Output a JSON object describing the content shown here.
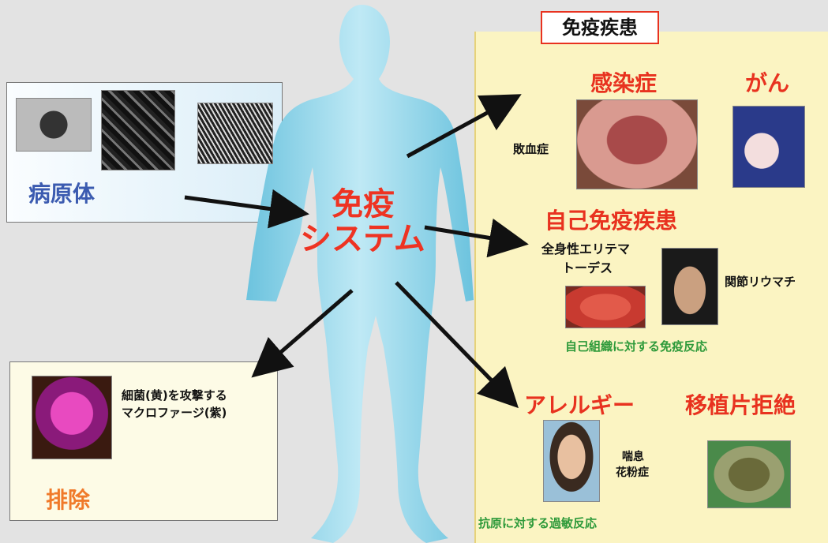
{
  "immune_system": "免疫\nシステム",
  "immune_line1": "免疫",
  "immune_line2": "システム",
  "pathogens": {
    "label": "病原体"
  },
  "elimination": {
    "caption_line1": "細菌(黄)を攻撃する",
    "caption_line2": "マクロファージ(紫)",
    "label": "排除"
  },
  "diseases": {
    "title": "免疫疾患",
    "infection": {
      "label": "感染症",
      "example": "敗血症"
    },
    "cancer": {
      "label": "がん"
    },
    "autoimmune": {
      "label": "自己免疫疾患",
      "sle_line1": "全身性エリテマ",
      "sle_line2": "トーデス",
      "ra": "関節リウマチ",
      "note": "自己組織に対する免疫反応"
    },
    "allergy": {
      "label": "アレルギー",
      "example_line1": "喘息",
      "example_line2": "花粉症",
      "note": "抗原に対する過敏反応"
    },
    "transplant": {
      "label": "移植片拒絶"
    }
  },
  "colors": {
    "body": "#8fd3e8",
    "accent": "#e8321f",
    "panel": "#fbf4c2"
  }
}
